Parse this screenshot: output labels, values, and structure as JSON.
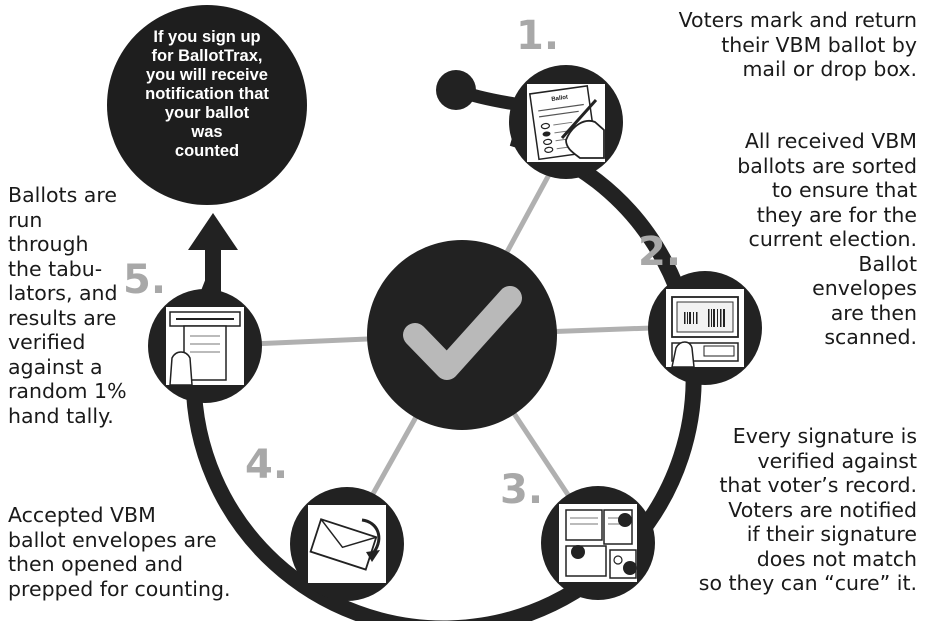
{
  "bubble": {
    "text": "If you sign up\nfor BallotTrax,\nyou will receive\nnotification that\nyour ballot\nwas\ncounted"
  },
  "steps": [
    {
      "number": "1.",
      "text": "Voters mark and return\ntheir VBM ballot by\nmail or drop box."
    },
    {
      "number": "2.",
      "text": "All received VBM\nballots are sorted\nto ensure that\nthey are for the\ncurrent election.\nBallot\nenvelopes\nare then\nscanned."
    },
    {
      "number": "3.",
      "text": "Every signature is\nverified against\nthat voter’s record.\nVoters are notified\nif their signature\ndoes not match\nso they can “cure” it."
    },
    {
      "number": "4.",
      "text": "Accepted VBM\nballot envelopes are\nthen opened and\nprepped for counting."
    },
    {
      "number": "5.",
      "text": "Ballots are\nrun\nthrough\nthe tabu-\nlators, and\nresults are\nverified\nagainst a\nrandom 1%\nhand tally."
    }
  ],
  "illustrations": {
    "ballot_label": "Ballot"
  },
  "colors": {
    "ring": "#222222",
    "spoke": "#b0b0b0",
    "number": "#a8a8a8",
    "dark": "#1e1e1e"
  }
}
